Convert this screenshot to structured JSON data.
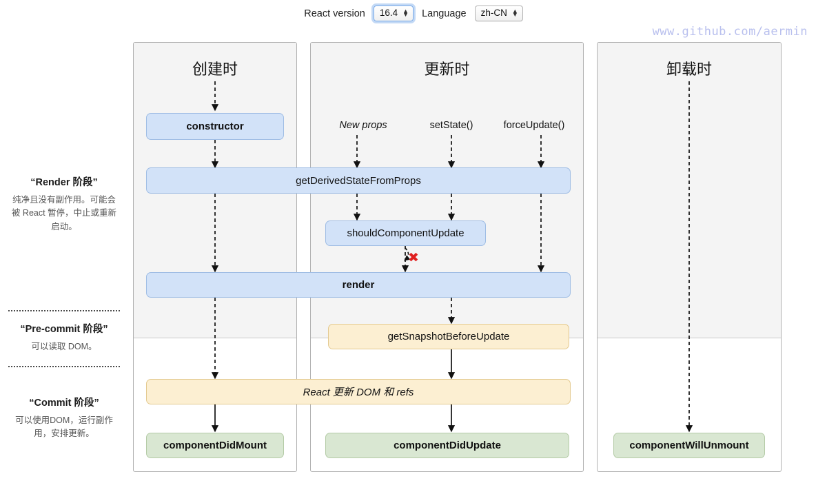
{
  "controls": {
    "react_version_label": "React version",
    "react_version_value": "16.4",
    "language_label": "Language",
    "language_value": "zh-CN"
  },
  "watermark": "www.github.com/aermin",
  "phases": [
    {
      "title": "“Render 阶段”",
      "desc": "纯净且没有副作用。可能会被 React 暂停，中止或重新启动。"
    },
    {
      "title": "“Pre-commit 阶段”",
      "desc": "可以读取 DOM。"
    },
    {
      "title": "“Commit 阶段”",
      "desc": "可以使用DOM，运行副作用，安排更新。"
    }
  ],
  "columns": [
    {
      "title": "创建时"
    },
    {
      "title": "更新时"
    },
    {
      "title": "卸载时"
    }
  ],
  "triggers": [
    {
      "label": "New props"
    },
    {
      "label": "setState()"
    },
    {
      "label": "forceUpdate()"
    }
  ],
  "nodes": {
    "constructor": "constructor",
    "get_derived_state_from_props": "getDerivedStateFromProps",
    "should_component_update": "shouldComponentUpdate",
    "render": "render",
    "get_snapshot_before_update": "getSnapshotBeforeUpdate",
    "react_updates_dom": "React 更新 DOM 和 refs",
    "component_did_mount": "componentDidMount",
    "component_did_update": "componentDidUpdate",
    "component_will_unmount": "componentWillUnmount"
  },
  "markers": {
    "skip_render_x": "✖"
  },
  "colors": {
    "blue_fill": "#d2e2f8",
    "blue_border": "#9fbde4",
    "yellow_fill": "#fcefd2",
    "yellow_border": "#e3c98f",
    "green_fill": "#d9e7d2",
    "green_border": "#b4cba6",
    "column_shade": "#f4f4f4",
    "x_mark": "#e02020",
    "watermark": "#b9c0ee"
  }
}
